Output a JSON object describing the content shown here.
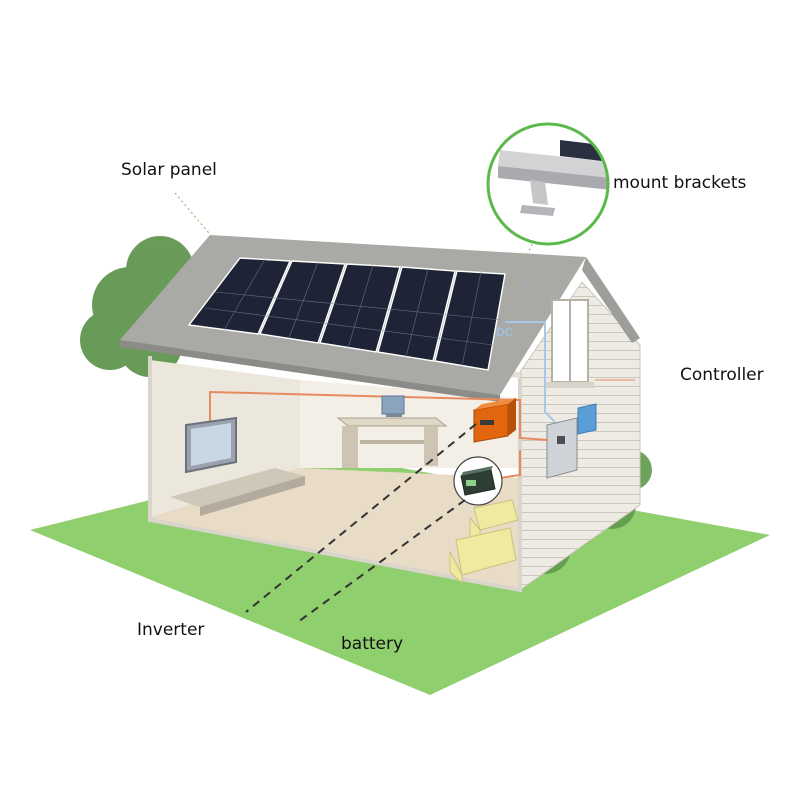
{
  "labels": {
    "solar_panel": "Solar panel",
    "mount_brackets": "mount brackets",
    "controller": "Controller",
    "inverter": "Inverter",
    "battery": "battery",
    "dc": "DC"
  },
  "colors": {
    "lawn": "#8fcf6e",
    "roof": "#a9aaa6",
    "wall": "#f4f2ec",
    "siding": "#dedbd3",
    "floor": "#e9dcc6",
    "panel": "#1e2435",
    "inverter": "#e2660d",
    "wire": "#e88a60",
    "dc_wire": "#a9c8e8",
    "callout_ring": "#5bb84a",
    "dashed_line": "#333333",
    "tree": "#4f8a3c",
    "sofa": "#eeeaa0"
  }
}
